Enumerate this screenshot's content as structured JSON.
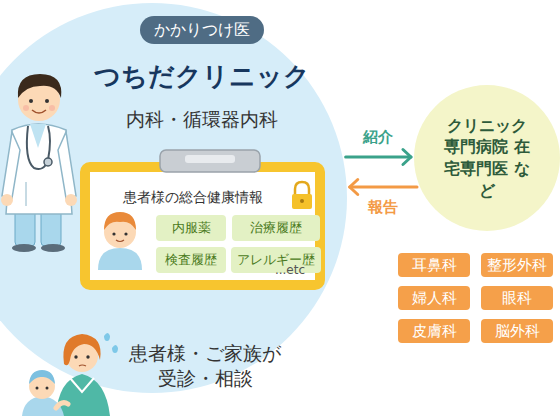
{
  "diagram": {
    "nodes": [
      {
        "text": [
          "つちだクリニック",
          "内科・循環器内科",
          "患者様・ご家族が 受診・相談"
        ]
      },
      {
        "text": [
          "かかりつけ医"
        ],
        "in": 0
      },
      {
        "text": [
          "患者様の総合健康情報",
          "...etc"
        ],
        "in": 0
      },
      {
        "text": [
          "内服薬"
        ],
        "in": 2
      },
      {
        "text": [
          "治療履歴"
        ],
        "in": 2
      },
      {
        "text": [
          "検査履歴"
        ],
        "in": 2
      },
      {
        "text": [
          "アレルギー歴"
        ],
        "in": 2
      },
      {
        "text": [
          "クリニック 専門病院 在宅専門医 など"
        ]
      },
      {
        "text": [
          "耳鼻科"
        ]
      },
      {
        "text": [
          "整形外科"
        ]
      },
      {
        "text": [
          "婦人科"
        ]
      },
      {
        "text": [
          "眼科"
        ]
      },
      {
        "text": [
          "皮膚科"
        ]
      },
      {
        "text": [
          "脳外科"
        ]
      }
    ],
    "edges": [
      {
        "from": 0,
        "to": 7,
        "arrow": "to",
        "label": "紹介"
      },
      {
        "from": 7,
        "to": 0,
        "arrow": "to",
        "label": "報告"
      }
    ]
  }
}
